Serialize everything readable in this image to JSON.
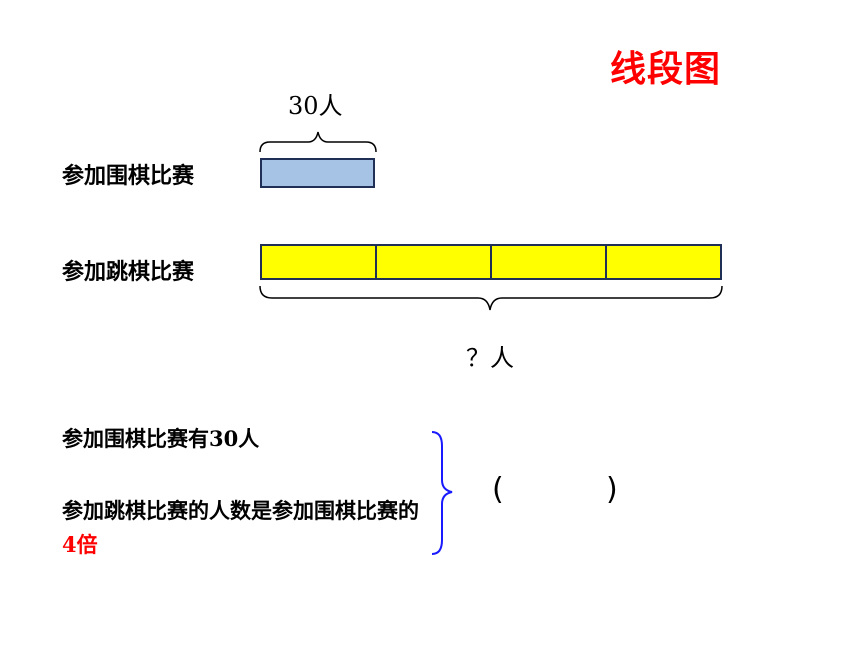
{
  "title": "线段图",
  "top_count": "30人",
  "row1_label": "参加围棋比赛",
  "row2_label": "参加跳棋比赛",
  "bottom_count": "？人",
  "fact1": "参加围棋比赛有30人",
  "fact2_prefix": "参加跳棋比赛的人数是参加围棋比赛的",
  "fact2_highlight": "4倍",
  "paren_left": "(",
  "paren_right": ")",
  "colors": {
    "title": "#ff0000",
    "blue_bar": "#a6c3e6",
    "yellow_bar": "#ffff00",
    "brace_right": "#1a1aff",
    "highlight": "#ff0000"
  }
}
